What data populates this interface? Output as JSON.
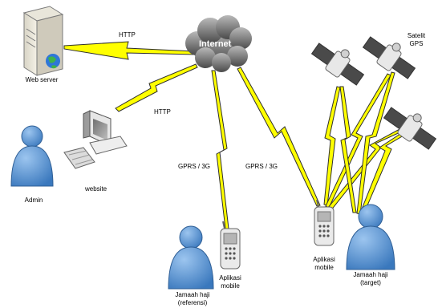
{
  "labels": {
    "internet": "Internet",
    "web_server": "Web server",
    "admin": "Admin",
    "website": "website",
    "http_top": "HTTP",
    "http_mid": "HTTP",
    "gprs_left": "GPRS / 3G",
    "gprs_right": "GPRS / 3G",
    "satelit_1": "Satelit",
    "satelit_2": "GPS",
    "aplikasi_left_1": "Aplikasi",
    "aplikasi_left_2": "mobile",
    "aplikasi_right_1": "Aplikasi",
    "aplikasi_right_2": "mobile",
    "jamaah_left_1": "Jamaah haji",
    "jamaah_left_2": "(referensi)",
    "jamaah_right_1": "Jamaah haji",
    "jamaah_right_2": "(target)"
  },
  "colors": {
    "link_yellow": "#ffff00",
    "link_outline": "#2e2e2e",
    "person_blue": "#4f8fd0",
    "cloud_gray": "#6e6e6e"
  }
}
